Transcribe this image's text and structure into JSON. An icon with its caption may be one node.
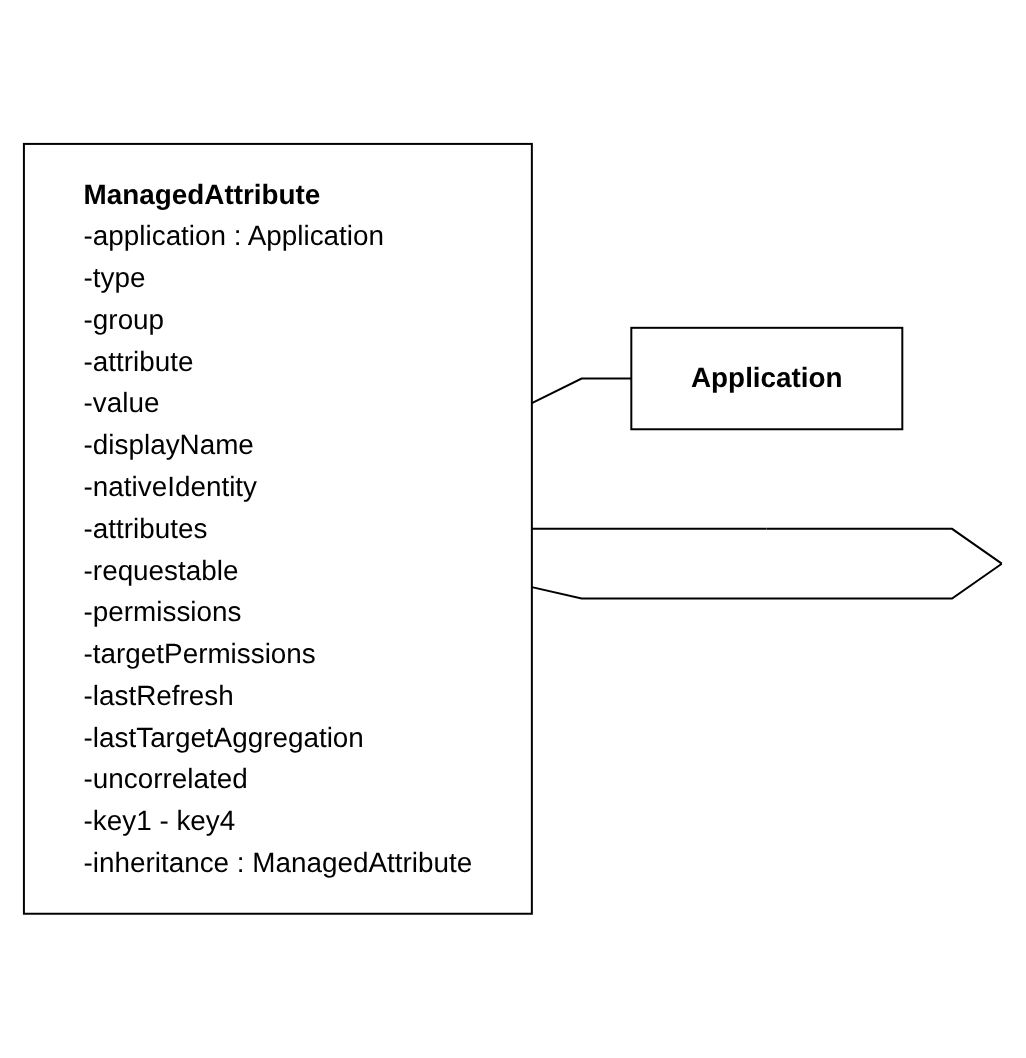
{
  "diagram": {
    "nodes": [
      {
        "text": [
          "ManagedAttribute",
          "-application : Application",
          "-type",
          "-group",
          "-attribute",
          "-value",
          "-displayName",
          "-nativeIdentity",
          "-attributes",
          "-requestable",
          "-permissions",
          "-targetPermissions",
          "-lastRefresh",
          "-lastTargetAggregation",
          "-uncorrelated",
          "-key1 - key4",
          "-inheritance : ManagedAttribute"
        ]
      },
      {
        "text": [
          "Application"
        ]
      }
    ],
    "edges": [
      {
        "from": 0,
        "to": 1,
        "arrow": "none"
      },
      {
        "from": 0,
        "to": 0,
        "arrow": "none"
      }
    ]
  }
}
